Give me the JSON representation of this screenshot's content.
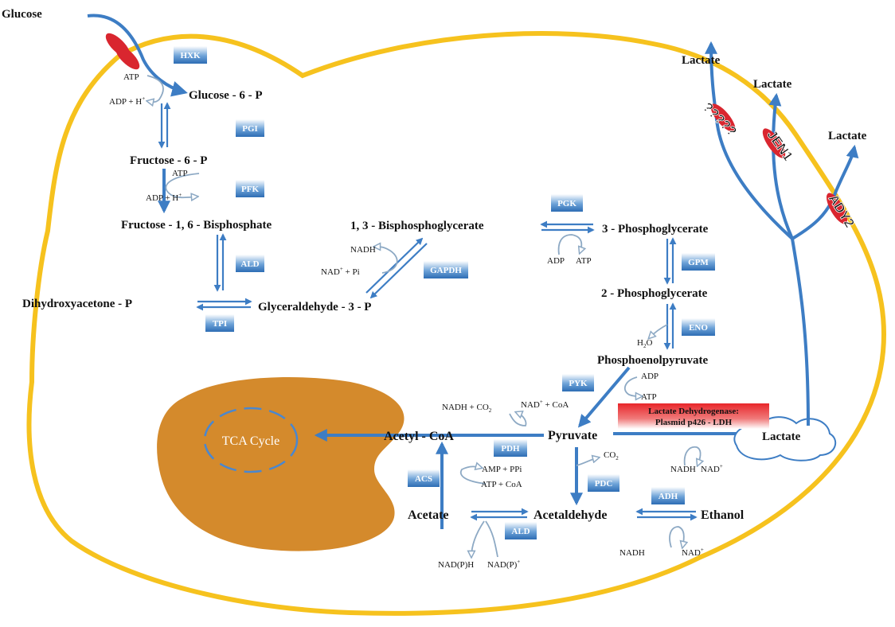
{
  "metabolites": {
    "glucose_out": "Glucose",
    "g6p": "Glucose - 6 - P",
    "f6p": "Fructose - 6 - P",
    "f16bp": "Fructose - 1, 6 - Bisphosphate",
    "dhap": "Dihydroxyacetone - P",
    "g3p": "Glyceraldehyde - 3 - P",
    "bpg13": "1, 3 - Bisphosphoglycerate",
    "pg3": "3 - Phosphoglycerate",
    "pg2": "2 - Phosphoglycerate",
    "pep": "Phosphoenolpyruvate",
    "pyruvate": "Pyruvate",
    "acetyl_coa": "Acetyl - CoA",
    "acetate": "Acetate",
    "acetaldehyde": "Acetaldehyde",
    "ethanol": "Ethanol",
    "lactate_in": "Lactate",
    "lactate_out_1": "Lactate",
    "lactate_out_2": "Lactate",
    "lactate_out_3": "Lactate",
    "tca": "TCA Cycle"
  },
  "enzymes": {
    "hxk": "HXK",
    "pgi": "PGI",
    "pfk": "PFK",
    "ald_glyc": "ALD",
    "tpi": "TPI",
    "gapdh": "GAPDH",
    "pgk": "PGK",
    "gpm": "GPM",
    "eno": "ENO",
    "pyk": "PYK",
    "pdh": "PDH",
    "acs": "ACS",
    "pdc": "PDC",
    "ald_acet": "ALD",
    "adh": "ADH"
  },
  "cofactors": {
    "hxk_atp": "ATP",
    "hxk_adp": "ADP + H",
    "pfk_atp": "ATP",
    "pfk_adp": "ADP + H",
    "gapdh_nadh": "NADH",
    "gapdh_nad": "NAD",
    "gapdh_pi": " + Pi",
    "pgk_adp": "ADP",
    "pgk_atp": "ATP",
    "eno_h2o": "H",
    "eno_h2o_o": "O",
    "pyk_adp": "ADP",
    "pyk_atp": "ATP",
    "pdh_nadh": "NADH + CO",
    "pdh_nad": "NAD",
    "pdh_coa": " + CoA",
    "pdc_co2": "CO",
    "acs_amp": "AMP + PPi",
    "acs_atp": "ATP + CoA",
    "ald_nadph": "NAD(P)H",
    "ald_nadp": "NAD(P)",
    "ldh_nadh": "NADH",
    "ldh_nad": "NAD",
    "adh_nadh": "NADH",
    "adh_nad": "NAD",
    "sup_plus": "+",
    "sub_2": "2"
  },
  "ldh_box": {
    "line1": "Lactate Dehydrogenase:",
    "line2": "Plasmid p426 - LDH"
  },
  "transporters": {
    "unknown": "?????",
    "jen1": "JEN1",
    "ady2": "ADY2"
  },
  "colors": {
    "membrane": "#f6c21e",
    "arrow": "#3d7dc4",
    "cofactor_arrow": "#8da9c4",
    "mitochondrion": "#d48a2c",
    "transporter": "#d9262f",
    "enzyme_box": "#3f7dc0",
    "ldh_box_red": "#e8262a"
  }
}
